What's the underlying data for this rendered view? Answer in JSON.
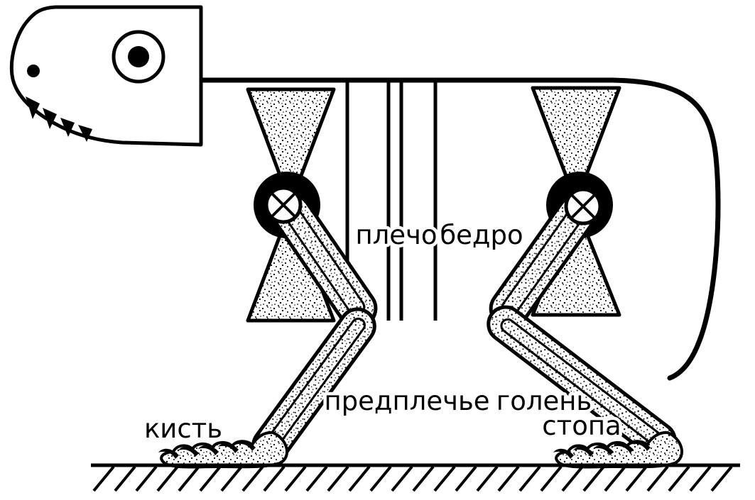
{
  "diagram": {
    "background": "#ffffff",
    "ink": "#000000",
    "description_labels": {
      "shoulder": "плечо",
      "thigh": "бедро",
      "forearm": "предплечье",
      "shin": "голень",
      "hand": "кисть",
      "foot": "стопа"
    }
  }
}
